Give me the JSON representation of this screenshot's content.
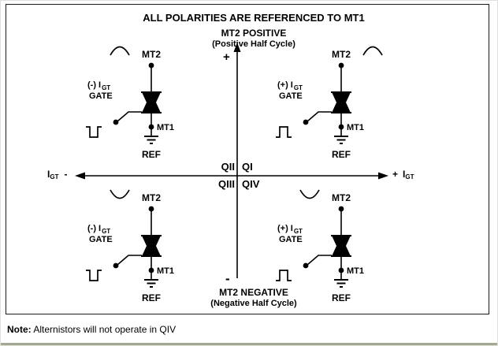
{
  "title": "ALL POLARITIES ARE REFERENCED TO MT1",
  "axis": {
    "top_label": "MT2 POSITIVE",
    "top_subtitle": "(Positive Half Cycle)",
    "bottom_label": "MT2 NEGATIVE",
    "bottom_subtitle": "(Negative Half Cycle)",
    "plus_sign": "+",
    "minus_sign": "-",
    "left_current": "I",
    "left_current_sub": "GT",
    "left_sign": "-",
    "right_sign": "+",
    "right_current": "I",
    "right_current_sub": "GT"
  },
  "quadrants": {
    "q1": "QI",
    "q2": "QII",
    "q3": "QIII",
    "q4": "QIV"
  },
  "circuits": [
    {
      "position": "top-left",
      "quadrant": "QII",
      "mt2": "MT2",
      "mt1": "MT1",
      "ref": "REF",
      "gate": "GATE",
      "gate_sign": "(-)",
      "gate_current": "I",
      "gate_current_sub": "GT",
      "mt2_wave": "positive-half-cycle",
      "gate_pulse": "negative-pulse"
    },
    {
      "position": "top-right",
      "quadrant": "QI",
      "mt2": "MT2",
      "mt1": "MT1",
      "ref": "REF",
      "gate": "GATE",
      "gate_sign": "(+)",
      "gate_current": "I",
      "gate_current_sub": "GT",
      "mt2_wave": "positive-half-cycle",
      "gate_pulse": "positive-pulse"
    },
    {
      "position": "bottom-left",
      "quadrant": "QIII",
      "mt2": "MT2",
      "mt1": "MT1",
      "ref": "REF",
      "gate": "GATE",
      "gate_sign": "(-)",
      "gate_current": "I",
      "gate_current_sub": "GT",
      "mt2_wave": "negative-half-cycle",
      "gate_pulse": "negative-pulse"
    },
    {
      "position": "bottom-right",
      "quadrant": "QIV",
      "mt2": "MT2",
      "mt1": "MT1",
      "ref": "REF",
      "gate": "GATE",
      "gate_sign": "(+)",
      "gate_current": "I",
      "gate_current_sub": "GT",
      "mt2_wave": "negative-half-cycle",
      "gate_pulse": "positive-pulse"
    }
  ],
  "note": {
    "label": "Note:",
    "text": " Alternistors will not operate in QIV"
  }
}
